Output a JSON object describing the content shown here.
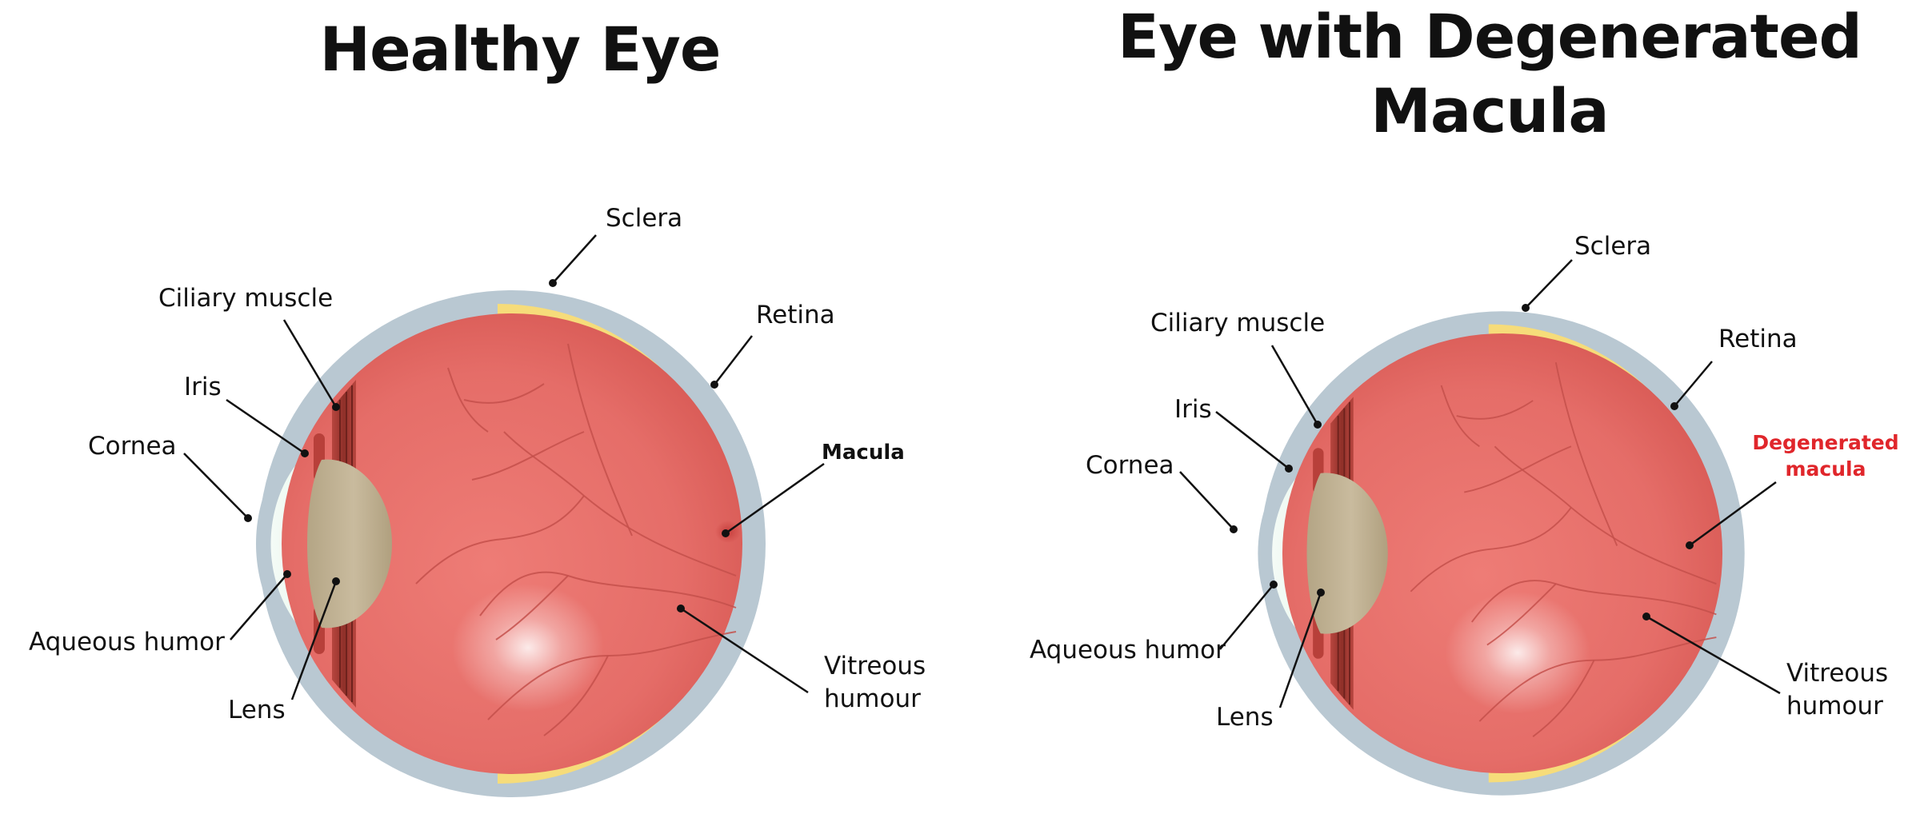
{
  "colors": {
    "sclera": "#b9c8d2",
    "retina": "#f6dc7a",
    "vitreous": "#e56d68",
    "cornea_fill": "#e3f6ea",
    "lens": "#c2b396",
    "ciliary": "#9a3a33",
    "iris": "#b8403a",
    "degenerated_label": "#e0262b"
  },
  "panels": [
    {
      "title_lines": [
        "Healthy Eye"
      ],
      "labels": {
        "sclera": "Sclera",
        "ciliary_muscle": "Ciliary muscle",
        "retina": "Retina",
        "iris": "Iris",
        "cornea": "Cornea",
        "macula": [
          "Macula"
        ],
        "aqueous_humor": "Aqueous humor",
        "lens": "Lens",
        "vitreous": [
          "Vitreous",
          "humour"
        ]
      }
    },
    {
      "title_lines": [
        "Eye with Degenerated",
        "Macula"
      ],
      "labels": {
        "sclera": "Sclera",
        "ciliary_muscle": "Ciliary muscle",
        "retina": "Retina",
        "iris": "Iris",
        "cornea": "Cornea",
        "macula": [
          "Degenerated",
          "macula"
        ],
        "aqueous_humor": "Aqueous humor",
        "lens": "Lens",
        "vitreous": [
          "Vitreous",
          "humour"
        ]
      }
    }
  ]
}
